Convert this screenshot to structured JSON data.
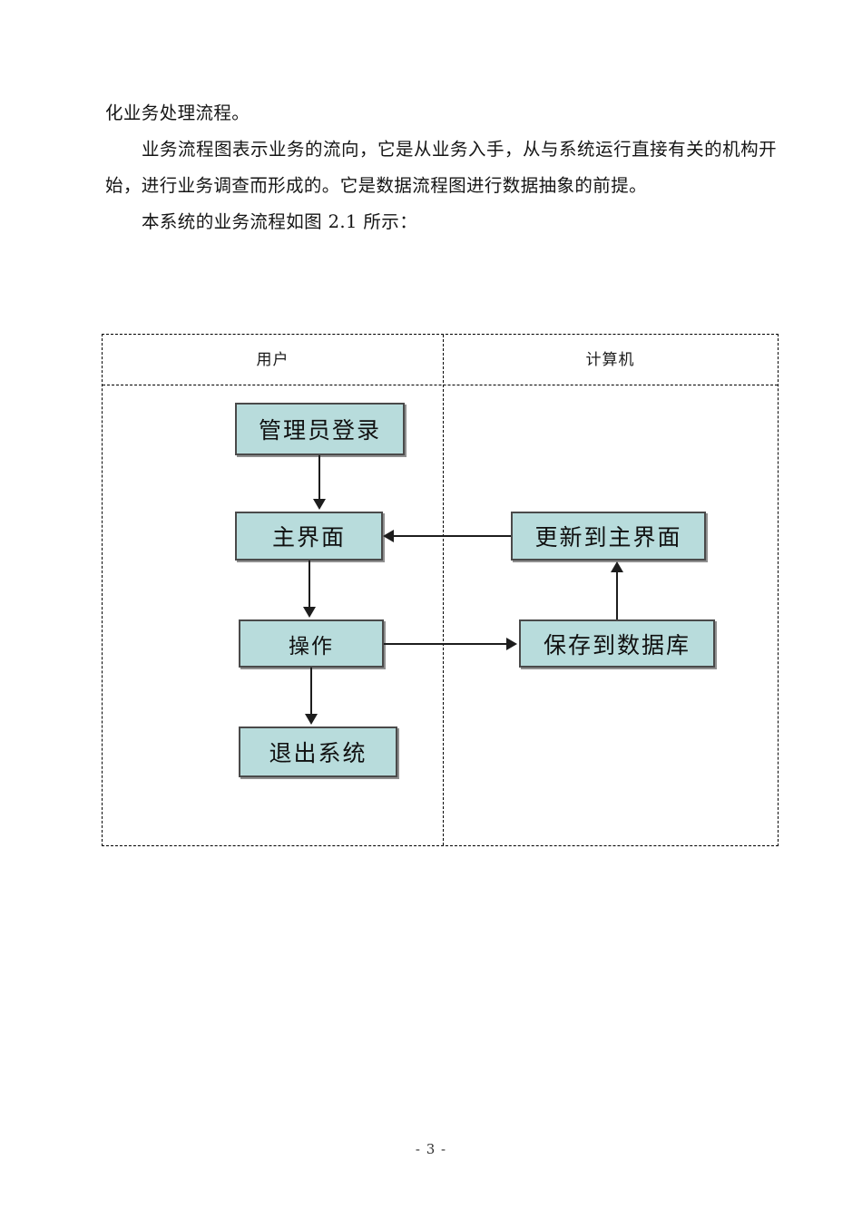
{
  "document": {
    "paragraphs": [
      "化业务处理流程。",
      "业务流程图表示业务的流向，它是从业务入手，从与系统运行直接有关的机构开始，进行业务调查而形成的。它是数据流程图进行数据抽象的前提。",
      "本系统的业务流程如图 2.1 所示："
    ],
    "footer": "- 3 -"
  },
  "diagram": {
    "columns": [
      {
        "id": "user",
        "label": "用户"
      },
      {
        "id": "computer",
        "label": "计算机"
      }
    ],
    "nodes": [
      {
        "id": "login",
        "label": "管理员登录",
        "column": "user"
      },
      {
        "id": "main",
        "label": "主界面",
        "column": "user"
      },
      {
        "id": "op",
        "label": "操作",
        "column": "user"
      },
      {
        "id": "exit",
        "label": "退出系统",
        "column": "user"
      },
      {
        "id": "update",
        "label": "更新到主界面",
        "column": "computer"
      },
      {
        "id": "save",
        "label": "保存到数据库",
        "column": "computer"
      }
    ],
    "edges": [
      {
        "from": "login",
        "to": "main",
        "direction": "down"
      },
      {
        "from": "main",
        "to": "op",
        "direction": "down"
      },
      {
        "from": "op",
        "to": "exit",
        "direction": "down"
      },
      {
        "from": "op",
        "to": "save",
        "direction": "right"
      },
      {
        "from": "save",
        "to": "update",
        "direction": "up"
      },
      {
        "from": "update",
        "to": "main",
        "direction": "left"
      }
    ],
    "colors": {
      "node_fill": "#b8dcdc",
      "node_border": "#4a4a4a",
      "arrow": "#1d1d1d",
      "table_border": "#000000"
    }
  }
}
